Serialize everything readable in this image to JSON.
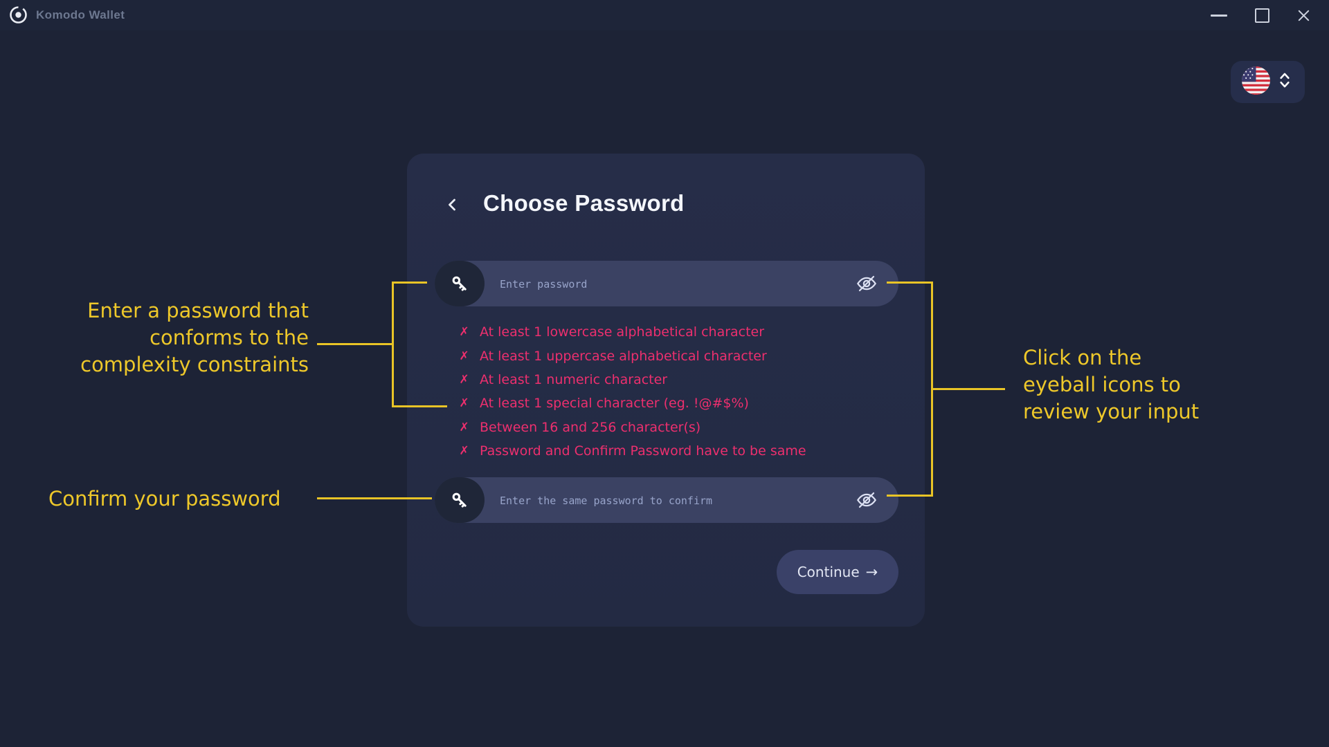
{
  "window": {
    "title": "Komodo Wallet"
  },
  "language_selector": {
    "flag": "us-flag",
    "control": "chevron-up-down"
  },
  "dialog": {
    "back_icon": "chevron-left",
    "title": "Choose Password",
    "password_field": {
      "placeholder": "Enter password",
      "value": ""
    },
    "confirm_field": {
      "placeholder": "Enter the same password to confirm",
      "value": ""
    },
    "requirements": [
      {
        "icon": "✗",
        "text": "At least 1 lowercase alphabetical character"
      },
      {
        "icon": "✗",
        "text": "At least 1 uppercase alphabetical character"
      },
      {
        "icon": "✗",
        "text": "At least 1 numeric character"
      },
      {
        "icon": "✗",
        "text": "At least 1 special character (eg. !@#$%)"
      },
      {
        "icon": "✗",
        "text": "Between 16 and 256 character(s)"
      },
      {
        "icon": "✗",
        "text": "Password and Confirm Password have to be same"
      }
    ],
    "continue_button": {
      "label": "Continue",
      "arrow": "→"
    }
  },
  "annotations": {
    "password_note": {
      "line1": "Enter a password that",
      "line2": "conforms to the",
      "line3": "complexity constraints"
    },
    "confirm_note": "Confirm your password",
    "eyeball_note": {
      "line1": "Click on the",
      "line2": "eyeball icons to",
      "line3": "review your input"
    }
  },
  "colors": {
    "page_bg": "#1d2336",
    "card_bg": "#242b45",
    "field_bg": "#3b4263",
    "annotation_yellow": "#eec82a",
    "error_pink": "#ed2f6e"
  }
}
